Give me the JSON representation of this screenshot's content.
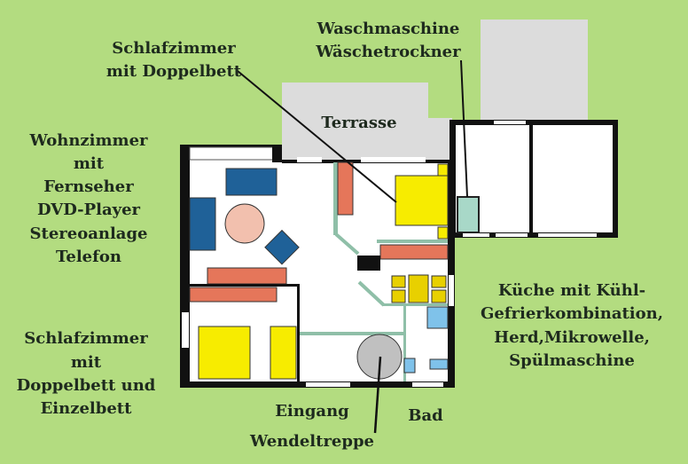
{
  "labels": {
    "waschmaschine": [
      "Waschmaschine",
      "Wäschetrockner"
    ],
    "schlafzimmer_oben": [
      "Schlafzimmer",
      "mit Doppelbett"
    ],
    "terrasse": "Terrasse",
    "wohnzimmer": [
      "Wohnzimmer",
      "mit",
      "Fernseher",
      "DVD-Player",
      "Stereoanlage",
      "Telefon"
    ],
    "schlafzimmer_unten": [
      "Schlafzimmer",
      "mit",
      "Doppelbett und",
      "Einzelbett"
    ],
    "kueche": [
      "Küche mit Kühl-",
      "Gefrierkombination,",
      "Herd,Mikrowelle,",
      "Spülmaschine"
    ],
    "eingang": "Eingang",
    "bad": "Bad",
    "wendeltreppe": "Wendeltreppe"
  },
  "colors": {
    "background": "#b3dc80",
    "terrace": "#dcdcdc",
    "wall": "#111111",
    "sofa": "#1f6198",
    "table": "#f2c0ae",
    "cabinet": "#e5765a",
    "bed": "#f7ec00",
    "inner_wall": "#8fbfa8",
    "bath_fixture": "#7fc2ea",
    "stair": "#c0c0c0",
    "washer": "#a8d8c8"
  }
}
